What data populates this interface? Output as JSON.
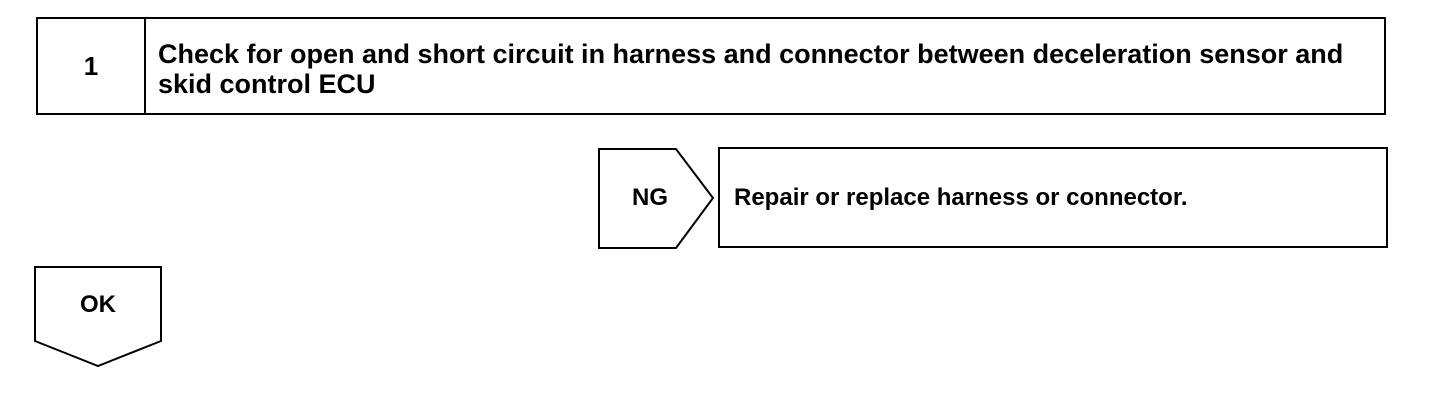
{
  "step": {
    "number": "1",
    "title": "Check for open and short circuit in harness and connector between deceleration sensor and skid control ECU"
  },
  "ng_branch": {
    "label": "NG",
    "action": "Repair or replace harness or connector."
  },
  "ok_branch": {
    "label": "OK"
  }
}
